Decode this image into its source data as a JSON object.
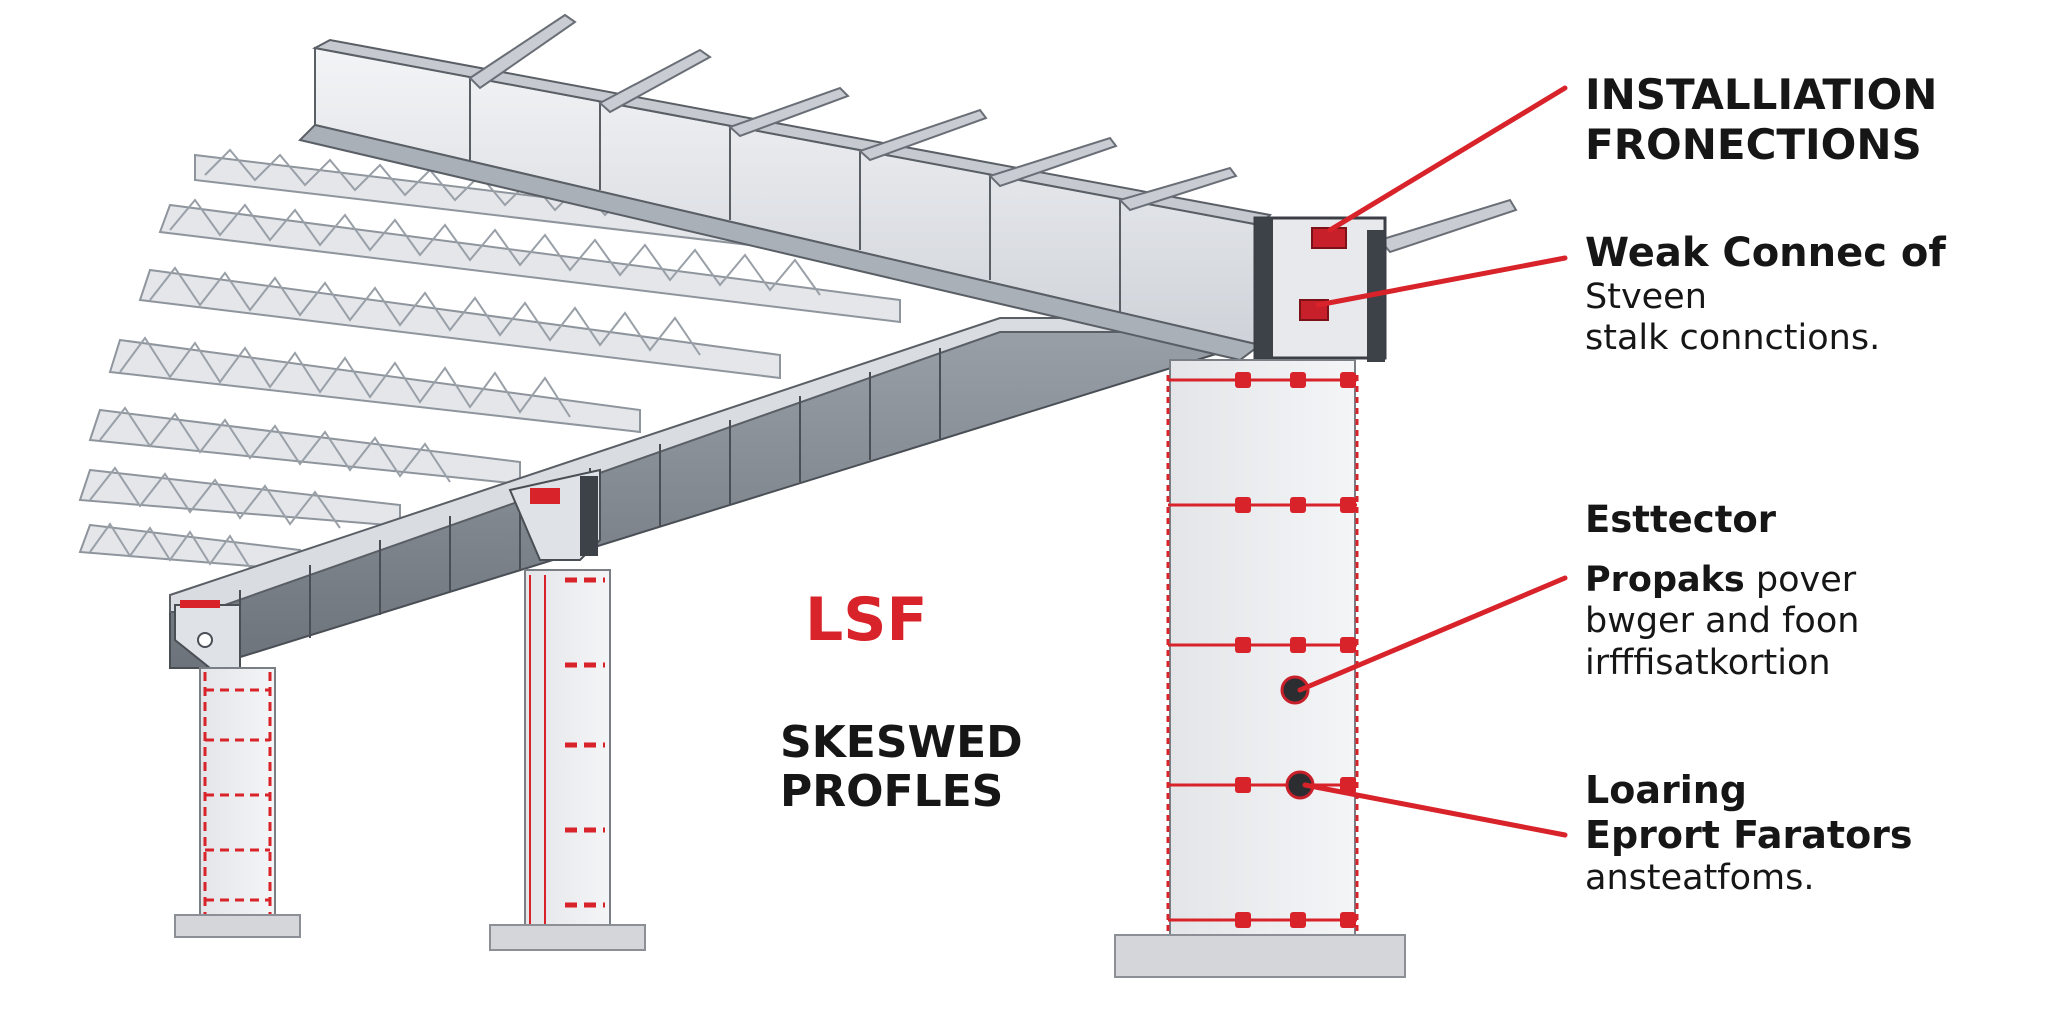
{
  "center": {
    "brand": "LSF",
    "subtitle_line1": "SKESWED",
    "subtitle_line2": "PROFLES"
  },
  "callouts": [
    {
      "heading_lines": [
        "INSTALLIATION",
        "FRONECTIONS"
      ],
      "body_lines": []
    },
    {
      "heading_lines": [
        "Weak Connec of"
      ],
      "body_lines": [
        "Stveen",
        "stalk connctions."
      ]
    },
    {
      "heading_lines": [
        "Esttector"
      ],
      "body_lines": []
    },
    {
      "heading_lines": [
        "Propaks"
      ],
      "inline_suffix": "pover",
      "body_lines": [
        "bwger and foon",
        "irfffisatkortion"
      ]
    },
    {
      "heading_lines": [
        "Loaring",
        "Eprort Farators"
      ],
      "body_lines": [
        "ansteatfoms."
      ]
    }
  ],
  "colors": {
    "accent": "#d8232a",
    "steel_light": "#e9ebee",
    "steel_mid": "#c7cbd1",
    "steel_dark": "#555a62",
    "text": "#161616"
  }
}
